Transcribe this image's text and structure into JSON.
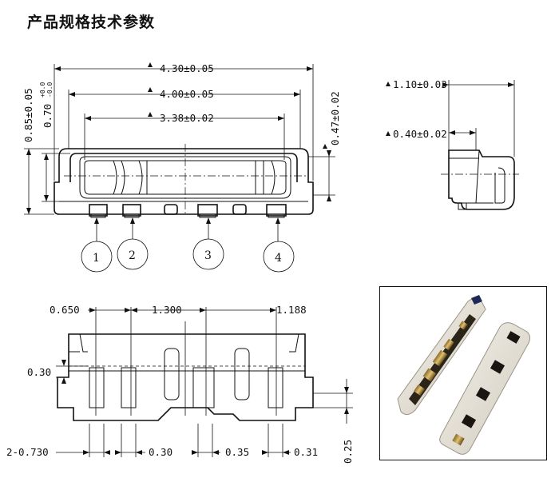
{
  "title": "产品规格技术参数",
  "top_view": {
    "dim_total_width": "4.30±0.05",
    "dim_inner_width": "4.00±0.05",
    "dim_window_width": "3.38±0.02",
    "dim_height_total": "0.85±0.05",
    "dim_height_body_main": "0.70",
    "dim_height_body_tol_plus": "+0.0",
    "dim_height_body_tol_minus": "-0.0",
    "dim_right_height": "0.47±0.02",
    "pins": [
      "1",
      "2",
      "3",
      "4"
    ]
  },
  "side_view": {
    "dim_depth": "1.10±0.03",
    "dim_lead": "0.40±0.02"
  },
  "bottom_view": {
    "dim_a": "0.650",
    "dim_b": "1.300",
    "dim_c": "1.188",
    "dim_d": "0.30",
    "dim_e": "2-0.730",
    "dim_f": "0.30",
    "dim_g": "0.35",
    "dim_h": "0.31",
    "dim_i": "0.25"
  }
}
